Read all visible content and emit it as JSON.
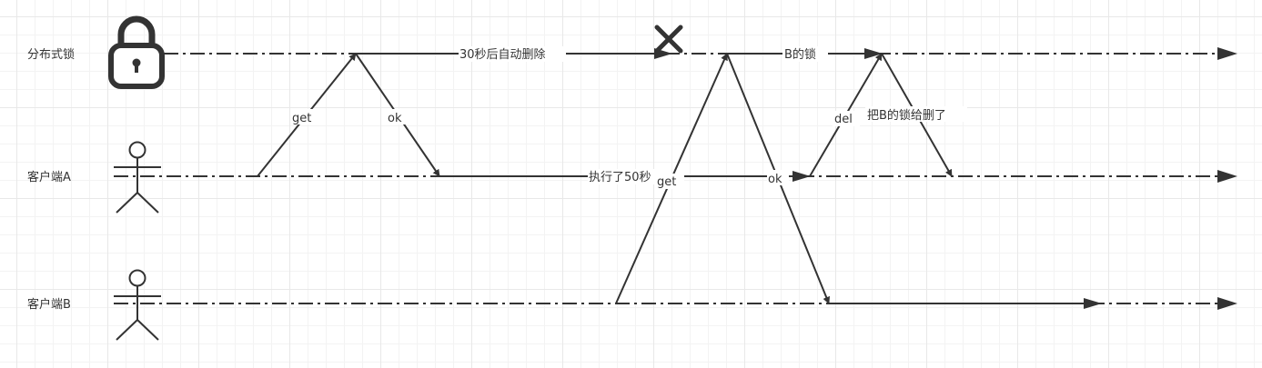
{
  "lifelines": {
    "lock": "分布式锁",
    "client_a": "客户端A",
    "client_b": "客户端B"
  },
  "messages": {
    "a_get": "get",
    "a_ok": "ok",
    "expire": "30秒后自动删除",
    "exec": "执行了50秒",
    "b_get": "get",
    "b_ok": "ok",
    "b_lock": "B的锁",
    "a_del": "del",
    "deleted_b": "把B的锁给删了"
  },
  "icons": {
    "lock": "padlock-icon",
    "actor": "stick-figure-icon",
    "expired": "x-mark-icon"
  },
  "colors": {
    "stroke": "#333333",
    "grid": "#e8e8e8"
  }
}
